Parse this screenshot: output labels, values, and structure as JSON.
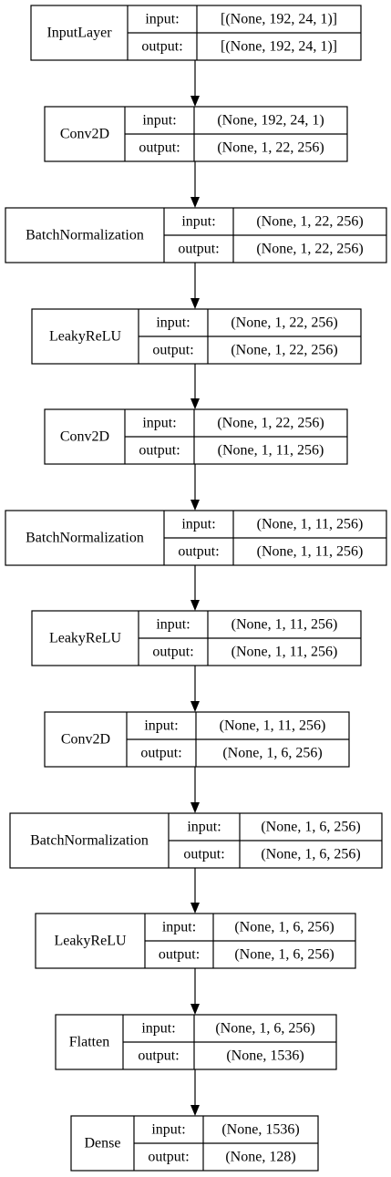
{
  "colors": {
    "stroke": "#000000",
    "background": "#ffffff",
    "text": "#000000"
  },
  "labels": {
    "input": "input:",
    "output": "output:"
  },
  "layers": [
    {
      "name": "InputLayer",
      "input": "[(None, 192, 24, 1)]",
      "output": "[(None, 192, 24, 1)]"
    },
    {
      "name": "Conv2D",
      "input": "(None, 192, 24, 1)",
      "output": "(None, 1, 22, 256)"
    },
    {
      "name": "BatchNormalization",
      "input": "(None, 1, 22, 256)",
      "output": "(None, 1, 22, 256)"
    },
    {
      "name": "LeakyReLU",
      "input": "(None, 1, 22, 256)",
      "output": "(None, 1, 22, 256)"
    },
    {
      "name": "Conv2D",
      "input": "(None, 1, 22, 256)",
      "output": "(None, 1, 11, 256)"
    },
    {
      "name": "BatchNormalization",
      "input": "(None, 1, 11, 256)",
      "output": "(None, 1, 11, 256)"
    },
    {
      "name": "LeakyReLU",
      "input": "(None, 1, 11, 256)",
      "output": "(None, 1, 11, 256)"
    },
    {
      "name": "Conv2D",
      "input": "(None, 1, 11, 256)",
      "output": "(None, 1, 6, 256)"
    },
    {
      "name": "BatchNormalization",
      "input": "(None, 1, 6, 256)",
      "output": "(None, 1, 6, 256)"
    },
    {
      "name": "LeakyReLU",
      "input": "(None, 1, 6, 256)",
      "output": "(None, 1, 6, 256)"
    },
    {
      "name": "Flatten",
      "input": "(None, 1, 6, 256)",
      "output": "(None, 1536)"
    },
    {
      "name": "Dense",
      "input": "(None, 1536)",
      "output": "(None, 128)"
    }
  ]
}
